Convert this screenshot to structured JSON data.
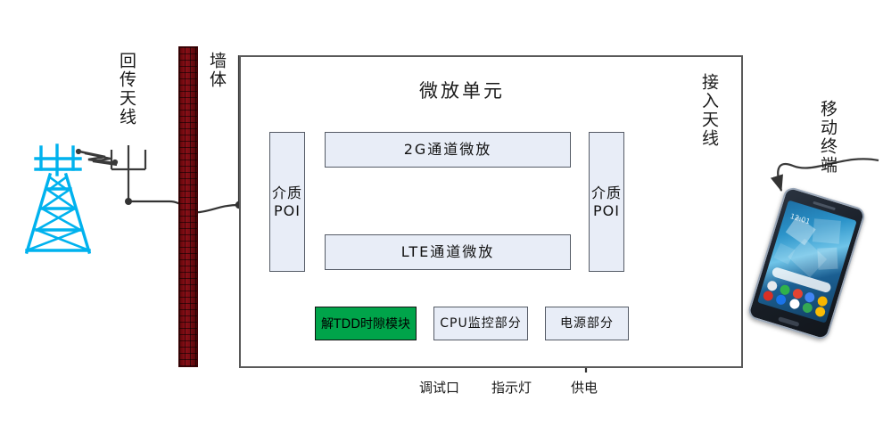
{
  "diagram": {
    "title": "微放单元",
    "labels": {
      "backhaul_antenna": "回传天线",
      "wall": "墙体",
      "access_antenna": "接入天线",
      "mobile_terminal": "移动终端"
    },
    "blocks": {
      "poi_left_line1": "介质",
      "poi_left_line2": "POI",
      "poi_right_line1": "介质",
      "poi_right_line2": "POI",
      "channel_2g": "2G通道微放",
      "channel_lte": "LTE通道微放",
      "tdd_module": "解TDD时隙模块",
      "cpu_monitor": "CPU监控部分",
      "power_section": "电源部分"
    },
    "bottom_ports": [
      {
        "label": "调试口",
        "arrow": "bidirectional"
      },
      {
        "label": "指示灯",
        "arrow": "down"
      },
      {
        "label": "供电",
        "arrow": "up"
      }
    ],
    "colors": {
      "wall": "#7d0d14",
      "tower": "#00b2ee",
      "green_module": "#00a44a",
      "block_fill": "#e8edf7",
      "line": "#404040"
    },
    "icons": {
      "tower": "cell-tower-icon",
      "phone": "smartphone-icon",
      "signal": "wireless-signal-icon"
    }
  }
}
